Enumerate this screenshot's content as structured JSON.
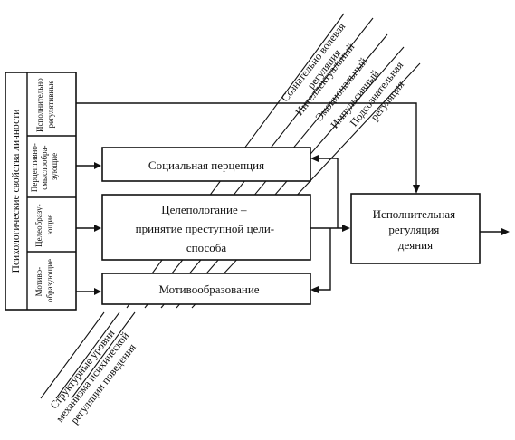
{
  "traits": {
    "title": "Психологические свойства личности",
    "col_executive": [
      "Исполнительно",
      "регулятивные"
    ],
    "col_perceptual": [
      "Перцептивно-",
      "смыслообра-",
      "зующие"
    ],
    "col_goal": [
      "Целеобразу-",
      "ющие"
    ],
    "col_motive": [
      "Мотиво-",
      "образующие"
    ]
  },
  "blocks": {
    "social_perception": "Социальная перцепция",
    "goal_setting": [
      "Целепологание –",
      "принятие преступной цели-",
      "способа"
    ],
    "motivation": "Мотивообразование",
    "executive": [
      "Исполнительная",
      "регуляция",
      "деяния"
    ]
  },
  "diagonal_labels": {
    "conscious_volitional": [
      "Сознательно волевая",
      "регуляция"
    ],
    "intellectual": "Интеллектуальный",
    "emotional": "Эмоциональный",
    "impulsive": "Импульсивный",
    "subconscious": [
      "Подсознательная",
      "регуляция"
    ],
    "structural_levels": [
      "Структурные уровни",
      "механизма психической",
      "регуляции поведения"
    ]
  }
}
